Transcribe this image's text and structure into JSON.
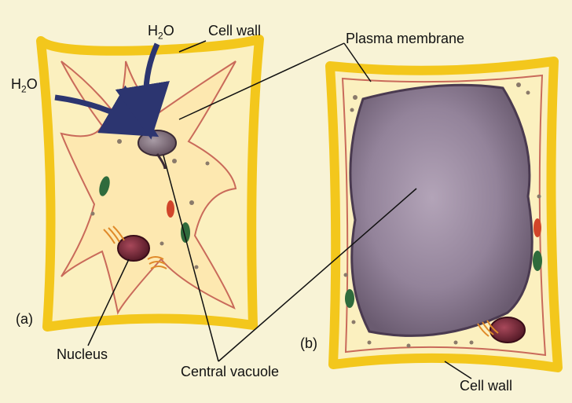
{
  "labels": {
    "h2o_left_prefix": "H",
    "h2o_left_sub": "2",
    "h2o_left_suffix": "O",
    "h2o_top_prefix": "H",
    "h2o_top_sub": "2",
    "h2o_top_suffix": "O",
    "cell_wall_top": "Cell wall",
    "plasma_membrane": "Plasma membrane",
    "panel_a": "(a)",
    "panel_b": "(b)",
    "nucleus": "Nucleus",
    "central_vacuole": "Central vacuole",
    "cell_wall_bottom": "Cell wall"
  },
  "colors": {
    "background": "#f8f3d6",
    "cell_wall": "#f3c71c",
    "cytoplasm": "#fbf0bf",
    "membrane": "#c96a5a",
    "vacuole": "#8e7f95",
    "nucleus": "#6b1f2d",
    "chloroplast": "#2f6b3c",
    "arrow": "#2c3570"
  }
}
